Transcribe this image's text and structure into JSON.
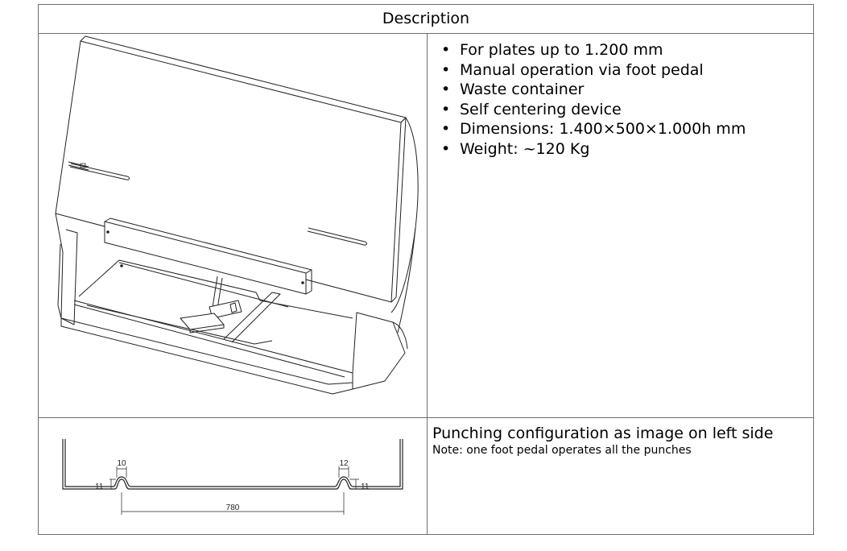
{
  "table": {
    "header": "Description",
    "features": [
      "For plates up to 1.200 mm",
      "Manual operation via foot pedal",
      "Waste container",
      "Self centering device",
      "Dimensions: 1.400×500×1.000h mm",
      "Weight: ~120 Kg"
    ],
    "config_title": "Punching configuration as image on left side",
    "config_note": "Note: one foot pedal operates all the punches"
  },
  "profile": {
    "dims": {
      "left_width": "10",
      "left_height": "11",
      "right_width": "12",
      "right_height": "11",
      "span": "780"
    }
  },
  "colors": {
    "border": "#6d6d6d",
    "line": "#222222"
  }
}
